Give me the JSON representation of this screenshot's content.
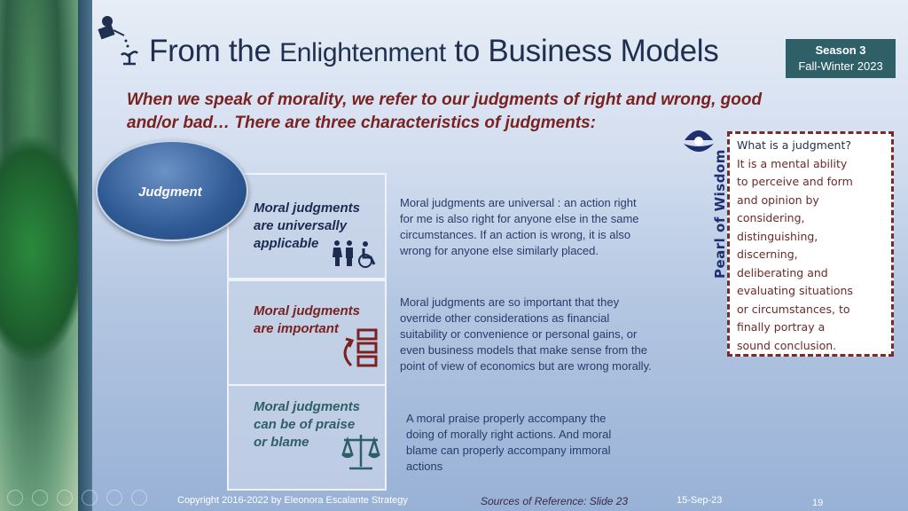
{
  "title": {
    "part1": "From the ",
    "part2": "Enlightenment",
    "part3": " to Business Models"
  },
  "badge": {
    "season": "Season 3",
    "period": "Fall-Winter 2023"
  },
  "subtitle": {
    "line1": "When we speak of morality, we refer to our judgments of right and wrong, good",
    "line2": "and/or bad… There are three characteristics of judgments:"
  },
  "center": "Judgment",
  "items": [
    {
      "title": [
        "Moral judgments",
        "are universally",
        "applicable"
      ],
      "icon": "people-icon",
      "color": "#1c2b4f",
      "desc": [
        "Moral judgments are universal : an action right",
        "for me is also right for anyone else in the same",
        "circumstances. If an action is wrong, it is also",
        "wrong for anyone else similarly placed."
      ]
    },
    {
      "title": [
        "Moral judgments",
        "are important",
        ""
      ],
      "icon": "priority-icon",
      "color": "#7a2222",
      "desc": [
        "Moral judgments are so important that they",
        "override other considerations as financial",
        "suitability or convenience or personal gains, or",
        "even business models that make sense from the",
        "point of view of economics but are wrong morally."
      ]
    },
    {
      "title": [
        "Moral judgments",
        "can be of praise",
        "or blame"
      ],
      "icon": "scales-icon",
      "color": "#2f5f66",
      "desc": [
        "A moral praise properly accompany the",
        "doing of morally right actions. And moral",
        "blame can properly accompany immoral",
        "actions"
      ]
    }
  ],
  "pearl": {
    "label": "Pearl of Wisdom",
    "question": "What is a judgment?",
    "lines": [
      "It is a mental ability",
      "to perceive and form",
      "and opinion by",
      "considering,",
      "distinguishing,",
      "discerning,",
      "deliberating and",
      "evaluating situations",
      "or circumstances, to",
      "finally portray a",
      "sound conclusion."
    ]
  },
  "footer": {
    "copyright": "Copyright 2016-2022 by Eleonora Escalante Strategy",
    "sources": "Sources of Reference: Slide 23",
    "date": "15-Sep-23",
    "page": "19"
  }
}
